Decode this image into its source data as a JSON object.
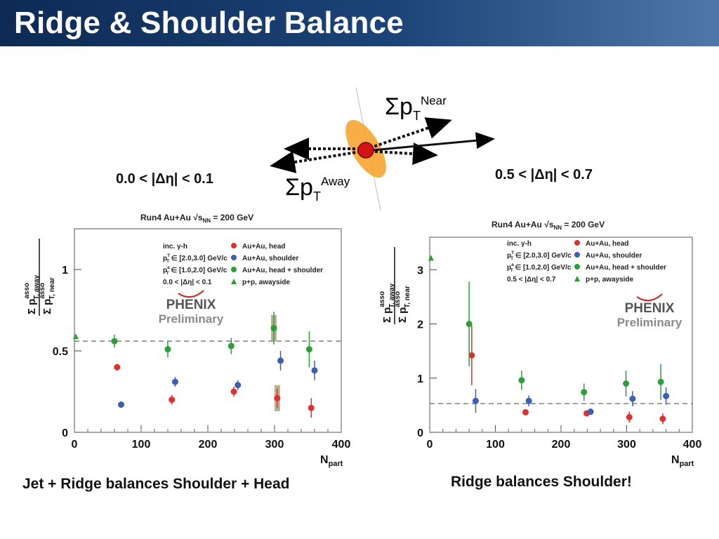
{
  "slide": {
    "title": "Ridge & Shoulder Balance"
  },
  "diagram": {
    "near_label": "Σp",
    "near_sub": "T",
    "near_sup": "Near",
    "away_label": "Σp",
    "away_sub": "T",
    "away_sup": "Away"
  },
  "left_cut": "0.0 < |Δη| < 0.1",
  "right_cut": "0.5 < |Δη| < 0.7",
  "left_caption": "Jet + Ridge balances Shoulder + Head",
  "right_caption": "Ridge balances Shoulder!",
  "colors": {
    "head": "#e0302e",
    "shoulder": "#3b5fb5",
    "head_shoulder": "#2e9e3a",
    "pp": "#2e9e3a"
  },
  "chart_data": [
    {
      "type": "scatter",
      "title": "Run4 Au+Au √s_NN = 200 GeV",
      "title_parts": {
        "a": "Run4 Au+Au",
        "b": "s",
        "b_sub": "NN",
        "c": " = 200 GeV"
      },
      "ylabel": "Σ p_T,away^asso / Σ p_T,near^asso",
      "xlabel": "N_part",
      "xlim": [
        0,
        400
      ],
      "ylim": [
        0,
        1.25
      ],
      "xticks": [
        0,
        100,
        200,
        300,
        400
      ],
      "yticks": [
        {
          "v": 0,
          "label": "0"
        },
        {
          "v": 0.5,
          "label": "0.5"
        },
        {
          "v": 1,
          "label": "1"
        }
      ],
      "reference_line": 0.56,
      "info": [
        "inc. γ-h",
        "p_T^T ∈ [2.0,3.0] GeV/c",
        "p_T^a ∈ [1.0,2.0] GeV/c",
        "0.0 < |Δη| < 0.1"
      ],
      "legend": [
        "Au+Au, head",
        "Au+Au, shoulder",
        "Au+Au, head + shoulder",
        "p+p, awayside"
      ],
      "watermark": [
        "PHENIX",
        "Preliminary"
      ],
      "series": [
        {
          "name": "Au+Au, head",
          "marker": "circle",
          "x": [
            64,
            146,
            239,
            304,
            355
          ],
          "y": [
            0.4,
            0.2,
            0.25,
            0.21,
            0.15
          ],
          "err": [
            0.02,
            0.03,
            0.03,
            0.06,
            0.06
          ],
          "sys": [
            0,
            0,
            0,
            0.08,
            0
          ]
        },
        {
          "name": "Au+Au, shoulder",
          "marker": "circle",
          "x": [
            70,
            151,
            245,
            309,
            360
          ],
          "y": [
            0.17,
            0.31,
            0.29,
            0.44,
            0.38
          ],
          "err": [
            0.015,
            0.03,
            0.03,
            0.06,
            0.06
          ],
          "sys": [
            0,
            0,
            0,
            0,
            0
          ]
        },
        {
          "name": "Au+Au, head + shoulder",
          "marker": "circle",
          "x": [
            60,
            140,
            235,
            299,
            352
          ],
          "y": [
            0.56,
            0.51,
            0.53,
            0.64,
            0.51
          ],
          "err": [
            0.04,
            0.05,
            0.05,
            0.1,
            0.11
          ],
          "sys": [
            0,
            0,
            0,
            0.08,
            0
          ]
        },
        {
          "name": "p+p, awayside",
          "marker": "triangle",
          "x": [
            2
          ],
          "y": [
            0.59
          ],
          "err": [
            0
          ],
          "sys": [
            0
          ]
        }
      ]
    },
    {
      "type": "scatter",
      "title": "Run4 Au+Au √s_NN = 200 GeV",
      "title_parts": {
        "a": "Run4 Au+Au",
        "b": "s",
        "b_sub": "NN",
        "c": " = 200 GeV"
      },
      "ylabel": "Σ p_T,away^asso / Σ p_T,near^asso",
      "xlabel": "N_part",
      "xlim": [
        0,
        400
      ],
      "ylim": [
        0,
        3.6
      ],
      "xticks": [
        0,
        100,
        200,
        300,
        400
      ],
      "yticks": [
        {
          "v": 0,
          "label": "0"
        },
        {
          "v": 1,
          "label": "1"
        },
        {
          "v": 2,
          "label": "2"
        },
        {
          "v": 3,
          "label": "3"
        }
      ],
      "reference_line": 0.53,
      "info": [
        "inc. γ-h",
        "p_T^T ∈ [2.0,3.0] GeV/c",
        "p_T^a ∈ [1.0,2.0] GeV/c",
        "0.5 < |Δη| < 0.7"
      ],
      "legend": [
        "Au+Au, head",
        "Au+Au, shoulder",
        "Au+Au, head + shoulder",
        "p+p, awayside"
      ],
      "watermark": [
        "PHENIX",
        "Preliminary"
      ],
      "series": [
        {
          "name": "Au+Au, head",
          "marker": "circle",
          "x": [
            64,
            146,
            239,
            304,
            355
          ],
          "y": [
            1.42,
            0.37,
            0.35,
            0.28,
            0.25
          ],
          "err": [
            0.55,
            0.05,
            0.05,
            0.1,
            0.1
          ],
          "sys": [
            0,
            0,
            0,
            0,
            0
          ]
        },
        {
          "name": "Au+Au, shoulder",
          "marker": "circle",
          "x": [
            70,
            151,
            245,
            309,
            360
          ],
          "y": [
            0.58,
            0.58,
            0.38,
            0.62,
            0.67
          ],
          "err": [
            0.22,
            0.1,
            0.06,
            0.14,
            0.16
          ],
          "sys": [
            0,
            0,
            0,
            0,
            0
          ]
        },
        {
          "name": "Au+Au, head + shoulder",
          "marker": "circle",
          "x": [
            60,
            140,
            235,
            299,
            352
          ],
          "y": [
            2.0,
            0.96,
            0.74,
            0.9,
            0.93
          ],
          "err": [
            0.78,
            0.18,
            0.16,
            0.24,
            0.33
          ],
          "sys": [
            0,
            0,
            0,
            0,
            0
          ]
        },
        {
          "name": "p+p, awayside",
          "marker": "triangle",
          "x": [
            2
          ],
          "y": [
            3.22
          ],
          "err": [
            0
          ],
          "sys": [
            0
          ]
        }
      ]
    }
  ]
}
